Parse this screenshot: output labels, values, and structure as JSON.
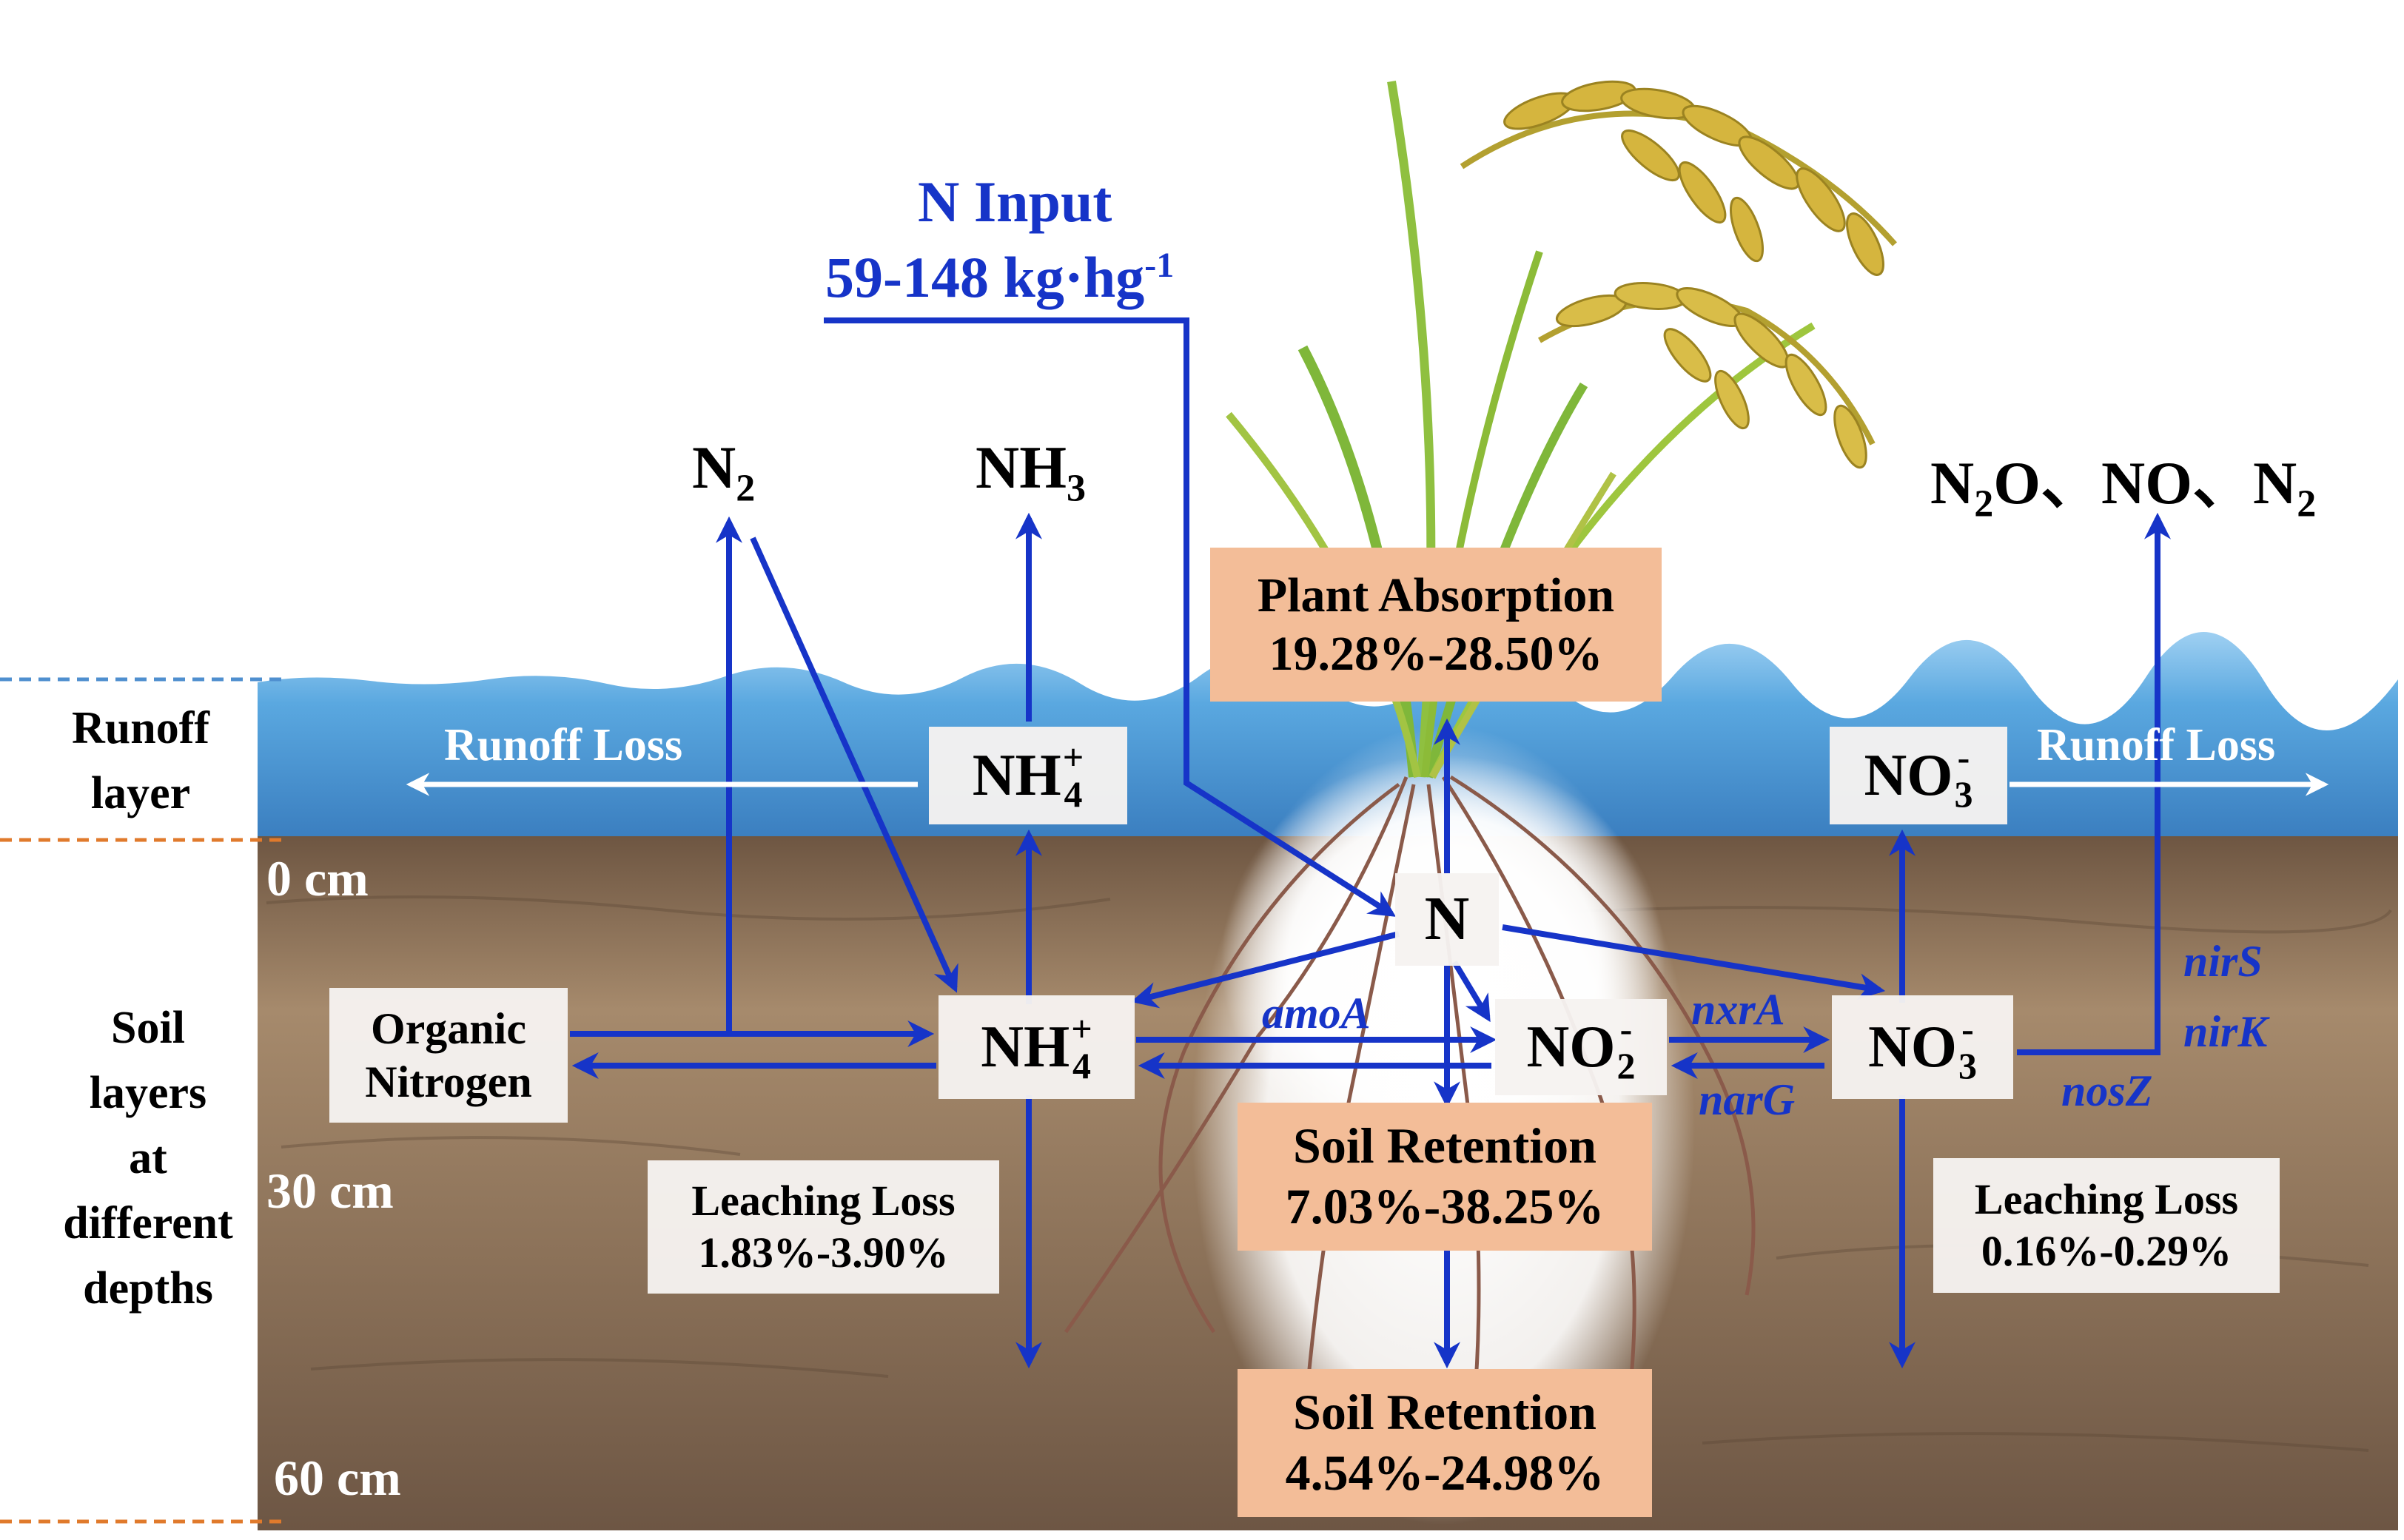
{
  "input": {
    "title": "N Input",
    "rate": "59-148 kg·hg",
    "rate_exp": "-1"
  },
  "gases": {
    "n2": {
      "base": "N",
      "sub": "2"
    },
    "nh3": {
      "base": "NH",
      "sub": "3"
    },
    "n2o": {
      "base": "N",
      "sub": "2",
      "rest": "O、NO、N",
      "sub2": "2"
    }
  },
  "layers": {
    "runoff": [
      "Runoff",
      "layer"
    ],
    "soil": [
      "Soil",
      "layers",
      "at",
      "different",
      "depths"
    ],
    "depths": [
      "0 cm",
      "30 cm",
      "60 cm"
    ]
  },
  "runoff_loss": {
    "left": "Runoff Loss",
    "right": "Runoff Loss"
  },
  "nodes": {
    "nh4_water": {
      "base": "NH",
      "sub": "4",
      "sup": "+"
    },
    "no3_water": {
      "base": "NO",
      "sub": "3",
      "sup": "-"
    },
    "nh4_soil": {
      "base": "NH",
      "sub": "4",
      "sup": "+"
    },
    "no2_soil": {
      "base": "NO",
      "sub": "2",
      "sup": "-"
    },
    "no3_soil": {
      "base": "NO",
      "sub": "3",
      "sup": "-"
    },
    "n_center": "N",
    "organic": [
      "Organic",
      "Nitrogen"
    ]
  },
  "genes": {
    "amoA": "amoA",
    "nxrA": "nxrA",
    "narG": "narG",
    "nirS": "nirS",
    "nirK": "nirK",
    "nosZ": "nosZ"
  },
  "boxes": {
    "plant_absorption": {
      "title": "Plant Absorption",
      "value": "19.28%-28.50%"
    },
    "soil_retention_1": {
      "title": "Soil Retention",
      "value": "7.03%-38.25%"
    },
    "soil_retention_2": {
      "title": "Soil Retention",
      "value": "4.54%-24.98%"
    },
    "leaching_left": {
      "title": "Leaching Loss",
      "value": "1.83%-3.90%"
    },
    "leaching_right": {
      "title": "Leaching Loss",
      "value": "0.16%-0.29%"
    }
  },
  "colors": {
    "arrow": "#1634c8",
    "water": "#4f9fd9",
    "soil": "#8a6a4f",
    "box_orange": "#f3bd98",
    "box_white": "#f6f3f0"
  }
}
